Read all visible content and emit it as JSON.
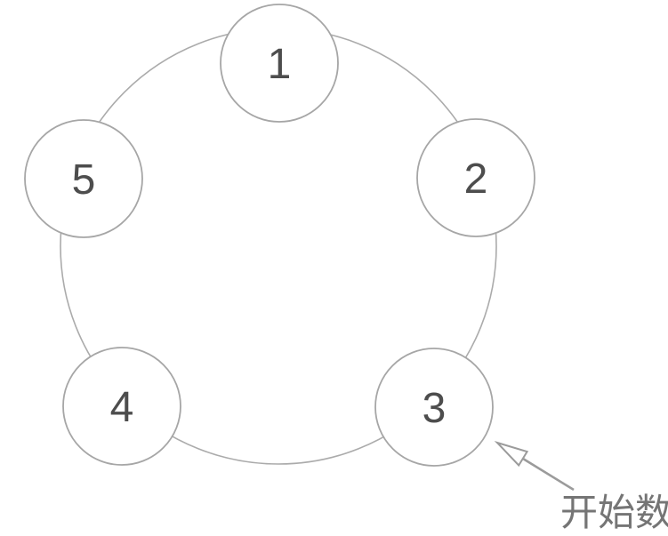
{
  "diagram": {
    "type": "circular-counting-diagram",
    "nodes": [
      {
        "label": "1"
      },
      {
        "label": "2"
      },
      {
        "label": "3"
      },
      {
        "label": "4"
      },
      {
        "label": "5"
      }
    ],
    "annotation": {
      "label": "开始数",
      "points_to_node": "3"
    },
    "colors": {
      "background": "#ffffff",
      "ring_stroke": "#ababab",
      "node_stroke": "#a6a6a6",
      "node_fill": "#ffffff",
      "number_text": "#4d4d4d",
      "arrow": "#9b9b9b",
      "annotation_text": "#757575"
    }
  }
}
